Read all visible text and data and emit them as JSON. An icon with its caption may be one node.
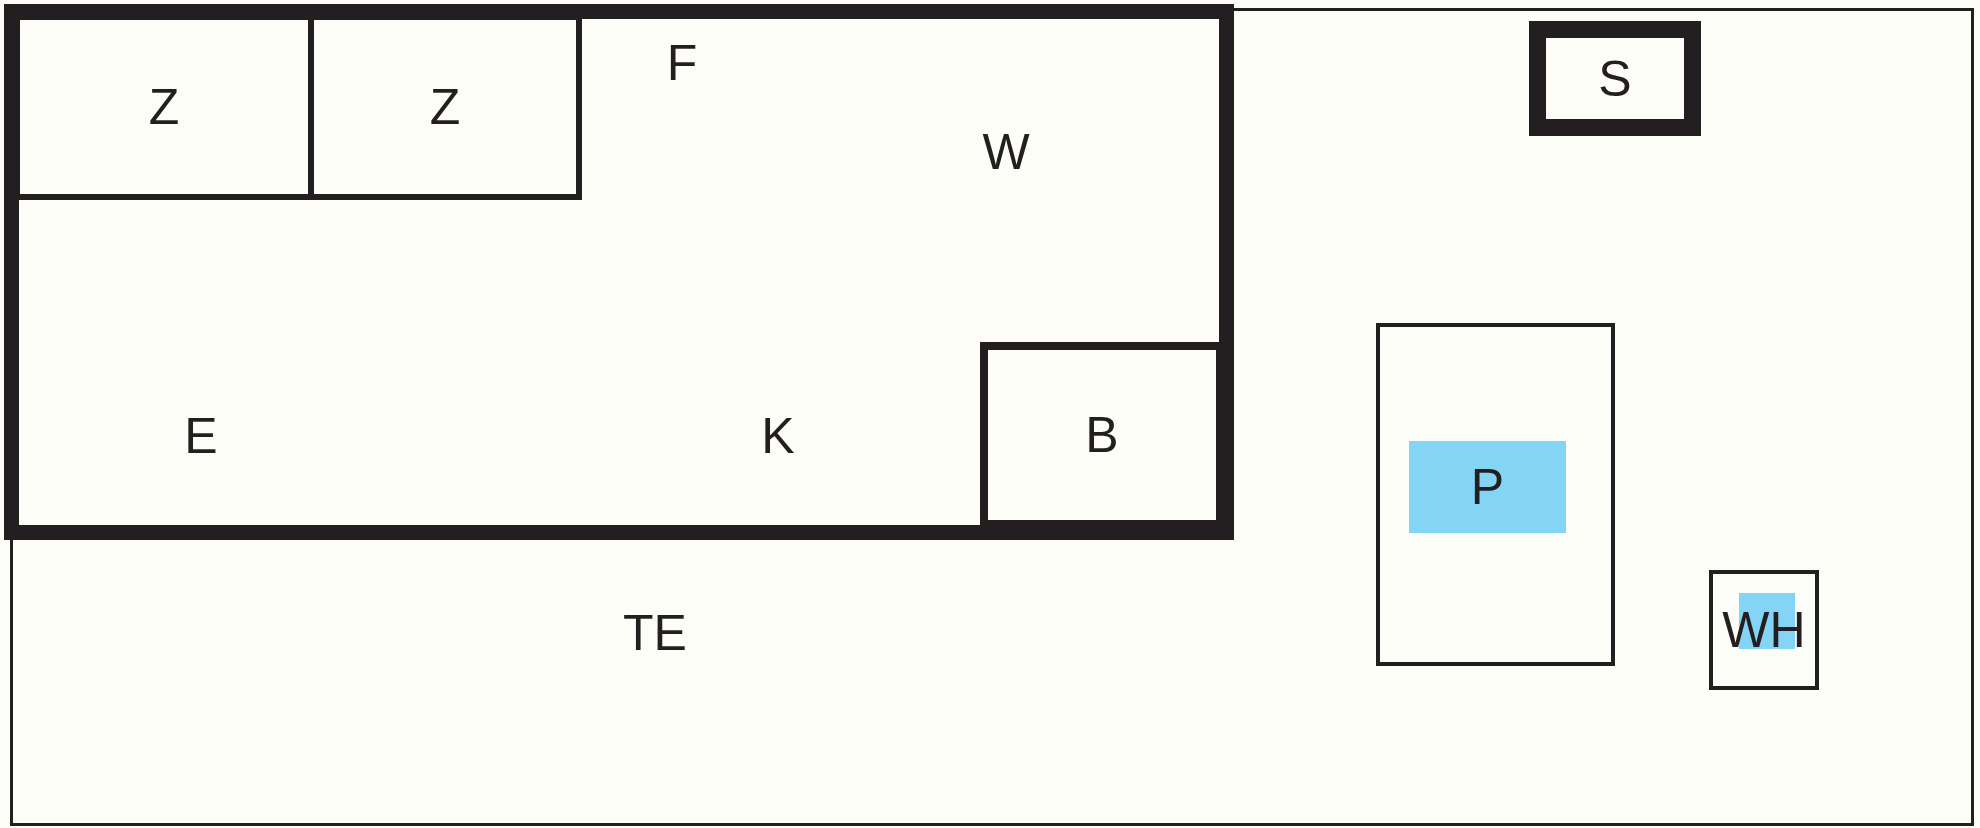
{
  "diagram": {
    "nodes": [
      {
        "text": [
          "TE"
        ]
      },
      {
        "text": [
          "F",
          "W",
          "E",
          "K"
        ],
        "in": 0
      },
      {
        "text": [
          "Z"
        ],
        "in": 1
      },
      {
        "text": [
          "Z"
        ],
        "in": 1
      },
      {
        "text": [
          "B"
        ],
        "in": 1
      },
      {
        "text": [
          "S"
        ],
        "in": 0
      },
      {
        "text": [],
        "shape": "box",
        "in": 0
      },
      {
        "text": [
          "P"
        ],
        "in": 6
      },
      {
        "text": [
          "WH"
        ],
        "in": 0
      }
    ],
    "edges": []
  }
}
